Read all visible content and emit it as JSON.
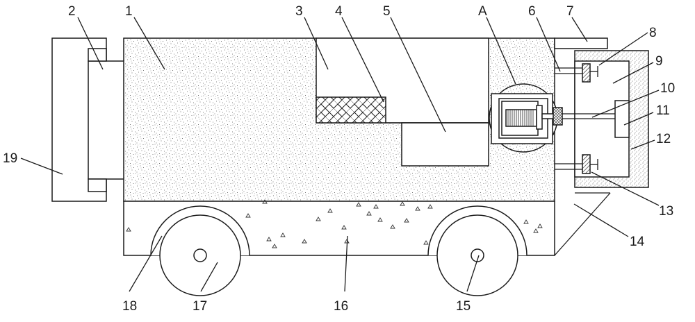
{
  "labels": {
    "l1": "1",
    "l2": "2",
    "l3": "3",
    "l4": "4",
    "l5": "5",
    "lA": "A",
    "l6": "6",
    "l7": "7",
    "l8": "8",
    "l9": "9",
    "l10": "10",
    "l11": "11",
    "l12": "12",
    "l13": "13",
    "l14": "14",
    "l15": "15",
    "l16": "16",
    "l17": "17",
    "l18": "18",
    "l19": "19"
  },
  "colors": {
    "line": "#1a1a1a",
    "paper": "#ffffff"
  }
}
